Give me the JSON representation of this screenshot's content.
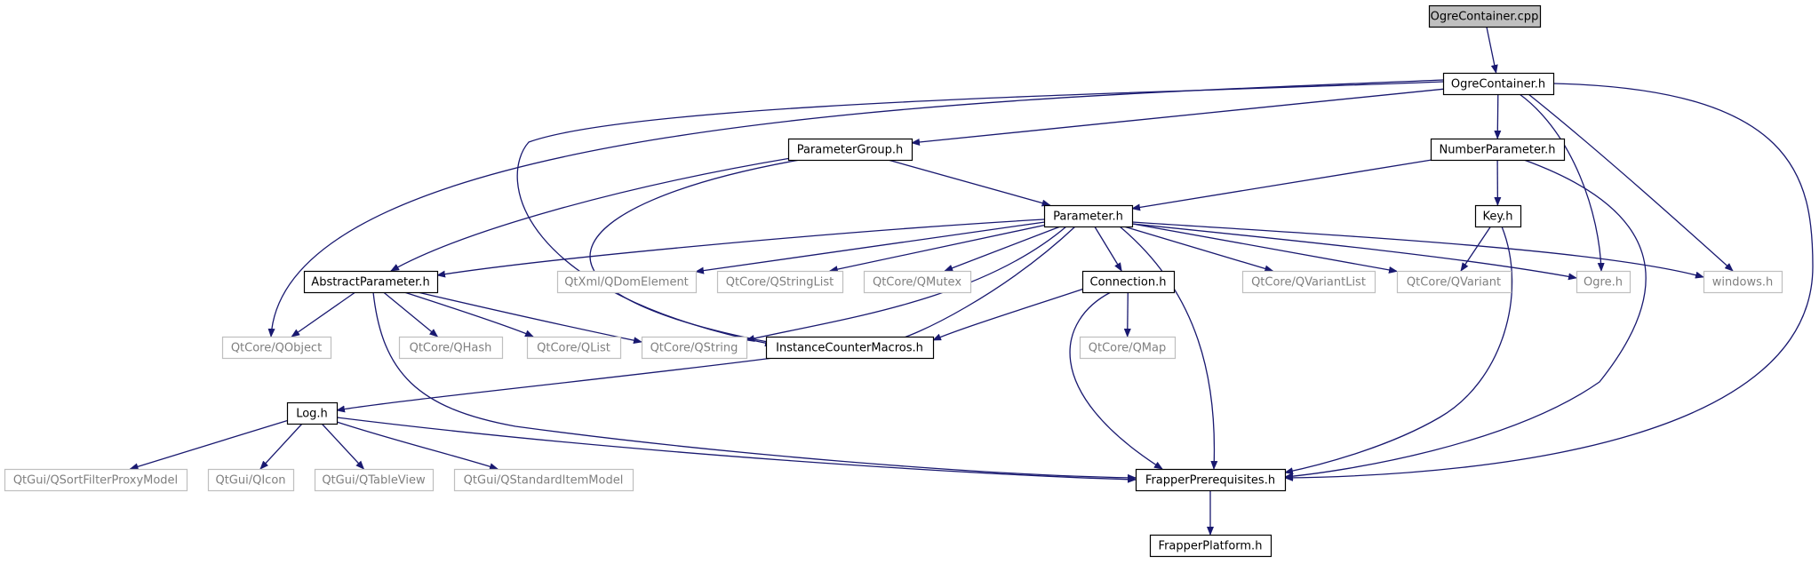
{
  "colors": {
    "edge": "#191970",
    "box_border_dark": "#000000",
    "box_border_light": "#bfbfbf",
    "root_fill": "#bfbfbf",
    "text_dark": "#000000",
    "text_light": "#7f7f7f"
  },
  "nodes": [
    {
      "id": "ogrecontainer_cpp",
      "label": "OgreContainer.cpp",
      "style": "root"
    },
    {
      "id": "ogrecontainer_h",
      "label": "OgreContainer.h",
      "style": "dark"
    },
    {
      "id": "parametergroup_h",
      "label": "ParameterGroup.h",
      "style": "dark"
    },
    {
      "id": "numberparameter_h",
      "label": "NumberParameter.h",
      "style": "dark"
    },
    {
      "id": "parameter_h",
      "label": "Parameter.h",
      "style": "dark"
    },
    {
      "id": "key_h",
      "label": "Key.h",
      "style": "dark"
    },
    {
      "id": "abstractparameter_h",
      "label": "AbstractParameter.h",
      "style": "dark"
    },
    {
      "id": "qdomelement",
      "label": "QtXml/QDomElement",
      "style": "light"
    },
    {
      "id": "qstringlist",
      "label": "QtCore/QStringList",
      "style": "light"
    },
    {
      "id": "qmutex",
      "label": "QtCore/QMutex",
      "style": "light"
    },
    {
      "id": "connection_h",
      "label": "Connection.h",
      "style": "dark"
    },
    {
      "id": "qvariantlist",
      "label": "QtCore/QVariantList",
      "style": "light"
    },
    {
      "id": "qvariant",
      "label": "QtCore/QVariant",
      "style": "light"
    },
    {
      "id": "ogre_h",
      "label": "Ogre.h",
      "style": "light"
    },
    {
      "id": "windows_h",
      "label": "windows.h",
      "style": "light"
    },
    {
      "id": "qobject",
      "label": "QtCore/QObject",
      "style": "light"
    },
    {
      "id": "qhash",
      "label": "QtCore/QHash",
      "style": "light"
    },
    {
      "id": "qlist",
      "label": "QtCore/QList",
      "style": "light"
    },
    {
      "id": "qstring",
      "label": "QtCore/QString",
      "style": "light"
    },
    {
      "id": "instancecountermacros_h",
      "label": "InstanceCounterMacros.h",
      "style": "dark"
    },
    {
      "id": "qmap",
      "label": "QtCore/QMap",
      "style": "light"
    },
    {
      "id": "log_h",
      "label": "Log.h",
      "style": "dark"
    },
    {
      "id": "qsortfilterproxymodel",
      "label": "QtGui/QSortFilterProxyModel",
      "style": "light"
    },
    {
      "id": "qicon",
      "label": "QtGui/QIcon",
      "style": "light"
    },
    {
      "id": "qtableview",
      "label": "QtGui/QTableView",
      "style": "light"
    },
    {
      "id": "qstandarditemmodel",
      "label": "QtGui/QStandardItemModel",
      "style": "light"
    },
    {
      "id": "frapperprerequisites_h",
      "label": "FrapperPrerequisites.h",
      "style": "dark"
    },
    {
      "id": "frapperplatform_h",
      "label": "FrapperPlatform.h",
      "style": "dark"
    }
  ],
  "edges": [
    {
      "from": "ogrecontainer_cpp",
      "to": "ogrecontainer_h"
    },
    {
      "from": "ogrecontainer_h",
      "to": "parametergroup_h"
    },
    {
      "from": "ogrecontainer_h",
      "to": "numberparameter_h"
    },
    {
      "from": "ogrecontainer_h",
      "to": "ogre_h"
    },
    {
      "from": "ogrecontainer_h",
      "to": "windows_h"
    },
    {
      "from": "ogrecontainer_h",
      "to": "qobject"
    },
    {
      "from": "ogrecontainer_h",
      "to": "instancecountermacros_h"
    },
    {
      "from": "ogrecontainer_h",
      "to": "frapperprerequisites_h"
    },
    {
      "from": "parametergroup_h",
      "to": "parameter_h"
    },
    {
      "from": "parametergroup_h",
      "to": "abstractparameter_h"
    },
    {
      "from": "parametergroup_h",
      "to": "instancecountermacros_h"
    },
    {
      "from": "numberparameter_h",
      "to": "parameter_h"
    },
    {
      "from": "numberparameter_h",
      "to": "key_h"
    },
    {
      "from": "numberparameter_h",
      "to": "frapperprerequisites_h"
    },
    {
      "from": "parameter_h",
      "to": "abstractparameter_h"
    },
    {
      "from": "parameter_h",
      "to": "qdomelement"
    },
    {
      "from": "parameter_h",
      "to": "qstringlist"
    },
    {
      "from": "parameter_h",
      "to": "qmutex"
    },
    {
      "from": "parameter_h",
      "to": "connection_h"
    },
    {
      "from": "parameter_h",
      "to": "qvariantlist"
    },
    {
      "from": "parameter_h",
      "to": "qvariant"
    },
    {
      "from": "parameter_h",
      "to": "ogre_h"
    },
    {
      "from": "parameter_h",
      "to": "windows_h"
    },
    {
      "from": "parameter_h",
      "to": "qstring"
    },
    {
      "from": "parameter_h",
      "to": "instancecountermacros_h"
    },
    {
      "from": "parameter_h",
      "to": "frapperprerequisites_h"
    },
    {
      "from": "key_h",
      "to": "qvariant"
    },
    {
      "from": "key_h",
      "to": "frapperprerequisites_h"
    },
    {
      "from": "abstractparameter_h",
      "to": "qobject"
    },
    {
      "from": "abstractparameter_h",
      "to": "qhash"
    },
    {
      "from": "abstractparameter_h",
      "to": "qlist"
    },
    {
      "from": "abstractparameter_h",
      "to": "qstring"
    },
    {
      "from": "abstractparameter_h",
      "to": "frapperprerequisites_h"
    },
    {
      "from": "connection_h",
      "to": "instancecountermacros_h"
    },
    {
      "from": "connection_h",
      "to": "qmap"
    },
    {
      "from": "connection_h",
      "to": "frapperprerequisites_h"
    },
    {
      "from": "instancecountermacros_h",
      "to": "log_h"
    },
    {
      "from": "log_h",
      "to": "qsortfilterproxymodel"
    },
    {
      "from": "log_h",
      "to": "qicon"
    },
    {
      "from": "log_h",
      "to": "qtableview"
    },
    {
      "from": "log_h",
      "to": "qstandarditemmodel"
    },
    {
      "from": "log_h",
      "to": "frapperprerequisites_h"
    },
    {
      "from": "frapperprerequisites_h",
      "to": "frapperplatform_h"
    }
  ]
}
